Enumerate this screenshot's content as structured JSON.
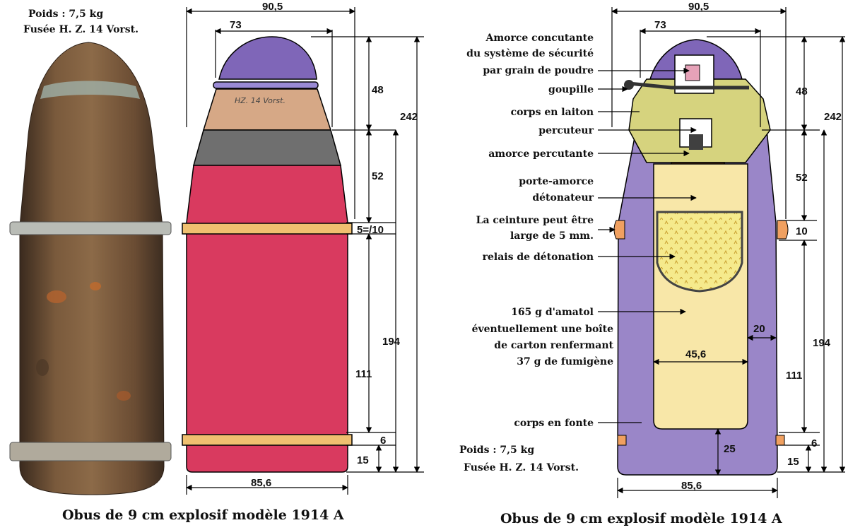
{
  "left_panel": {
    "weight": "Poids : 7,5 kg",
    "fuze": "Fusée H. Z. 14 Vorst.",
    "caption": "Obus de 9 cm explosif modèle 1914 A",
    "fuze_engraving": "HZ. 14 Vorst.",
    "dimensions": {
      "total_width": "90,5",
      "top_width": "73",
      "fuze_height": "48",
      "total_height": "242",
      "ogive_height": "52",
      "band": "5=/10",
      "body_height": "194",
      "cylinder_height": "111",
      "lower_band": "6",
      "base": "15",
      "base_width": "85,6"
    }
  },
  "right_panel": {
    "caption": "Obus de 9 cm explosif modèle 1914 A",
    "weight": "Poids : 7,5 kg",
    "fuze": "Fusée H. Z. 14 Vorst.",
    "labels": {
      "amorce_1": "Amorce concutante",
      "amorce_2": "du système de sécurité",
      "amorce_3": "par grain de poudre",
      "goupille": "goupille",
      "corps_laiton": "corps en laiton",
      "percuteur": "percuteur",
      "amorce_percutante": "amorce percutante",
      "porte_amorce": "porte-amorce",
      "detonateur": "détonateur",
      "ceinture_1": "La ceinture peut être",
      "ceinture_2": "large de 5 mm.",
      "relais": "relais de détonation",
      "amatol": "165 g d'amatol",
      "boite_1": "éventuellement une boîte",
      "boite_2": "de carton renfermant",
      "boite_3": "37 g de fumigène",
      "corps_fonte": "corps en fonte"
    },
    "dimensions": {
      "total_width": "90,5",
      "top_width": "73",
      "fuze_height": "48",
      "total_height": "242",
      "ogive_height": "52",
      "band": "10",
      "wall": "20",
      "cavity": "45,6",
      "body_height": "194",
      "cylinder_height": "111",
      "lower_band": "6",
      "base_thickness": "25",
      "base": "15",
      "base_width": "85,6"
    }
  },
  "colors": {
    "fuze_cap": "#7f66b8",
    "fuze_body": "#d6a886",
    "ogive_gray": "#6f6f6f",
    "shell_red": "#d93a5f",
    "band": "#f0c070",
    "casing_purple": "#9a86c8",
    "brass": "#d6d37e",
    "amatol": "#f8e7a8",
    "relay": "#f5ea8c"
  }
}
